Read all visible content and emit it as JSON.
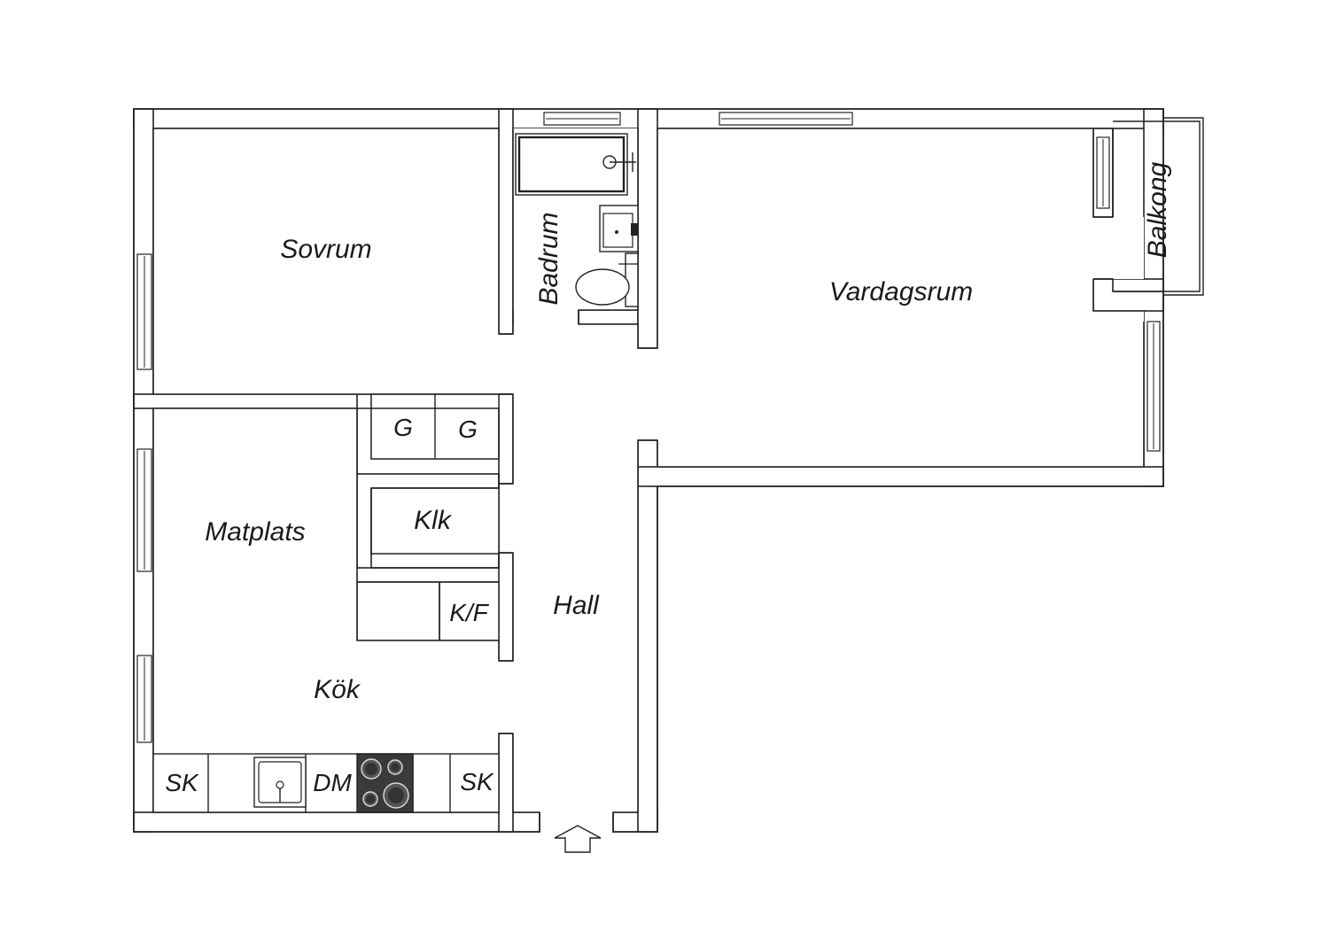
{
  "rooms": {
    "sovrum": "Sovrum",
    "badrum": "Badrum",
    "vardagsrum": "Vardagsrum",
    "balkong": "Balkong",
    "matplats": "Matplats",
    "klk": "Klk",
    "hall": "Hall",
    "kok": "Kök"
  },
  "fixtures": {
    "garderob_1": "G",
    "garderob_2": "G",
    "kyl_frys": "K/F",
    "skap_left": "SK",
    "diskmaskin": "DM",
    "skap_right": "SK"
  },
  "icons": {
    "entrance": "entrance-arrow-icon",
    "stove": "stove-icon",
    "sink": "kitchen-sink-icon",
    "bathtub": "bathtub-icon",
    "toilet": "toilet-icon",
    "washbasin": "washbasin-icon"
  },
  "colors": {
    "line": "#222222",
    "stove": "#3a3a3a",
    "background": "#ffffff"
  }
}
